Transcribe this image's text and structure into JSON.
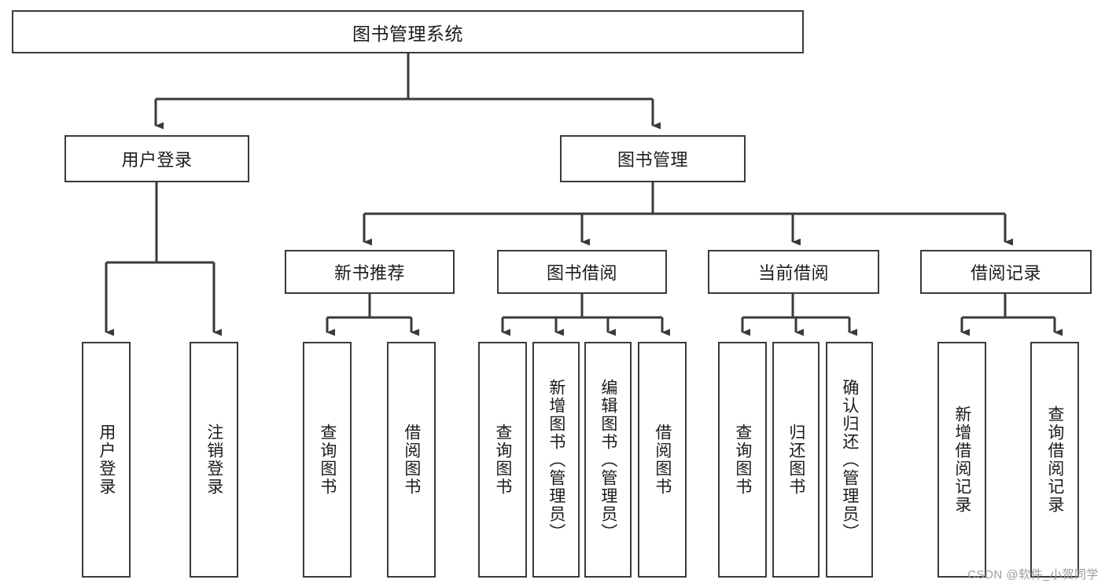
{
  "diagram": {
    "type": "tree-hierarchy",
    "title": "图书管理系统",
    "root": {
      "id": "root",
      "label": "图书管理系统"
    },
    "level2": [
      {
        "id": "user-login",
        "label": "用户登录"
      },
      {
        "id": "book-management",
        "label": "图书管理"
      }
    ],
    "level3": [
      {
        "id": "new-book-recommend",
        "label": "新书推荐",
        "parent": "book-management"
      },
      {
        "id": "book-borrow",
        "label": "图书借阅",
        "parent": "book-management"
      },
      {
        "id": "current-borrow",
        "label": "当前借阅",
        "parent": "book-management"
      },
      {
        "id": "borrow-record",
        "label": "借阅记录",
        "parent": "book-management"
      }
    ],
    "leaves": [
      {
        "id": "leaf-user-login",
        "label": "用户登录",
        "parent": "user-login"
      },
      {
        "id": "leaf-logout",
        "label": "注销登录",
        "parent": "user-login"
      },
      {
        "id": "leaf-query-book-1",
        "label": "查询图书",
        "parent": "new-book-recommend"
      },
      {
        "id": "leaf-borrow-book-1",
        "label": "借阅图书",
        "parent": "new-book-recommend"
      },
      {
        "id": "leaf-query-book-2",
        "label": "查询图书",
        "parent": "book-borrow"
      },
      {
        "id": "leaf-add-book",
        "label": "新增图书（管理员）",
        "parent": "book-borrow"
      },
      {
        "id": "leaf-edit-book",
        "label": "编辑图书（管理员）",
        "parent": "book-borrow"
      },
      {
        "id": "leaf-borrow-book-2",
        "label": "借阅图书",
        "parent": "book-borrow"
      },
      {
        "id": "leaf-query-book-3",
        "label": "查询图书",
        "parent": "current-borrow"
      },
      {
        "id": "leaf-return-book",
        "label": "归还图书",
        "parent": "current-borrow"
      },
      {
        "id": "leaf-confirm-return",
        "label": "确认归还（管理员）",
        "parent": "current-borrow"
      },
      {
        "id": "leaf-add-record",
        "label": "新增借阅记录",
        "parent": "borrow-record"
      },
      {
        "id": "leaf-query-record",
        "label": "查询借阅记录",
        "parent": "borrow-record"
      }
    ],
    "colors": {
      "stroke": "#3a3a3a",
      "text": "#1b1b1b",
      "background": "#ffffff",
      "watermark": "#9b9b9b"
    }
  },
  "watermark": {
    "text": "CSDN @软件_小贺同学"
  }
}
